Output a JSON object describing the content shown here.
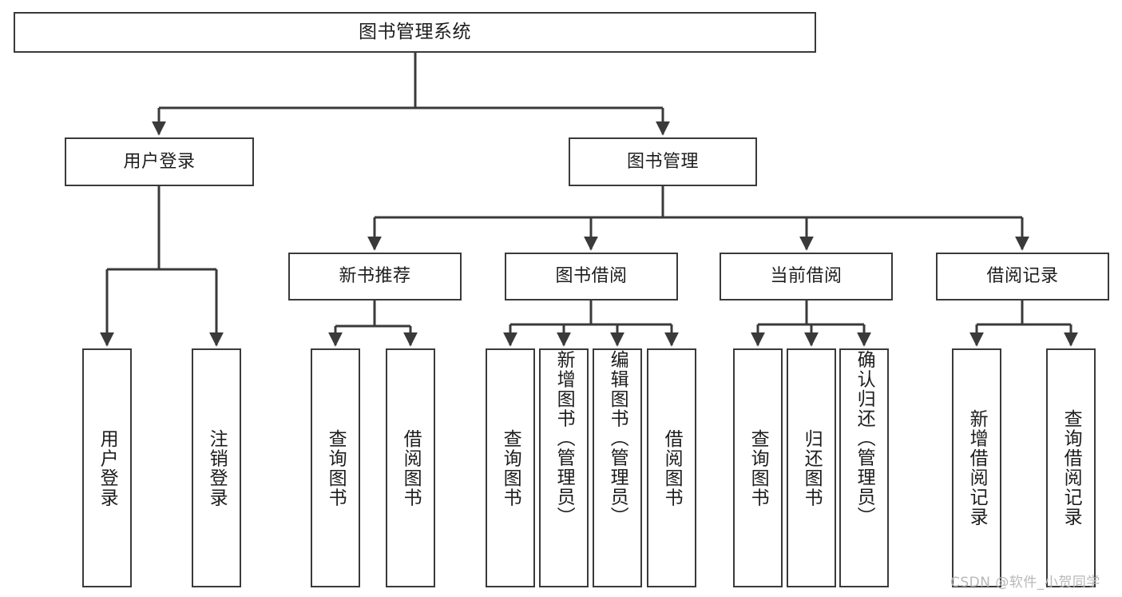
{
  "diagram": {
    "title": "图书管理系统",
    "type": "tree-hierarchy",
    "background_color": "#ffffff",
    "node_border_color": "#3a3a3a",
    "node_fill_color": "#ffffff",
    "edge_color": "#3a3a3a",
    "text_color": "#1d1d1d"
  },
  "root": {
    "label": "图书管理系统"
  },
  "level1": [
    {
      "label": "用户登录"
    },
    {
      "label": "图书管理"
    }
  ],
  "level2": [
    {
      "label": "新书推荐"
    },
    {
      "label": "图书借阅"
    },
    {
      "label": "当前借阅"
    },
    {
      "label": "借阅记录"
    }
  ],
  "leaves": {
    "user_login": [
      {
        "label": "用户登录"
      },
      {
        "label": "注销登录"
      }
    ],
    "new_book_recommend": [
      {
        "label": "查询图书"
      },
      {
        "label": "借阅图书"
      }
    ],
    "book_borrow": [
      {
        "label": "查询图书"
      },
      {
        "label": "新增图书（管理员）"
      },
      {
        "label": "编辑图书（管理员）"
      },
      {
        "label": "借阅图书"
      }
    ],
    "current_borrow": [
      {
        "label": "查询图书"
      },
      {
        "label": "归还图书"
      },
      {
        "label": "确认归还（管理员）"
      }
    ],
    "borrow_records": [
      {
        "label": "新增借阅记录"
      },
      {
        "label": "查询借阅记录"
      }
    ]
  },
  "watermark": {
    "text": "CSDN @软件_小贺同学"
  }
}
